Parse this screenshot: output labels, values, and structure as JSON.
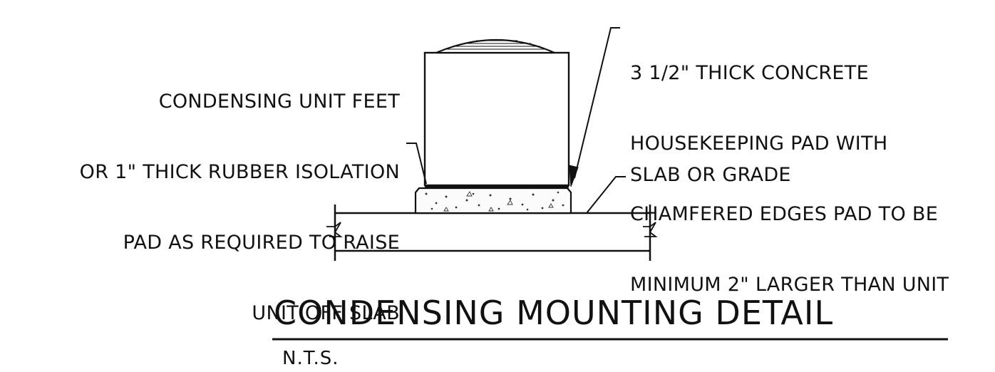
{
  "detail": {
    "title": "CONDENSING MOUNTING DETAIL",
    "scale_note": "N.T.S."
  },
  "callouts": {
    "unit_feet": [
      "CONDENSING UNIT FEET",
      "OR 1\" THICK RUBBER ISOLATION",
      "PAD AS REQUIRED TO RAISE",
      "UNIT OFF SLAB"
    ],
    "housekeeping_pad": [
      "3 1/2\" THICK CONCRETE",
      "HOUSEKEEPING PAD WITH",
      "CHAMFERED EDGES PAD TO BE",
      "MINIMUM 2\" LARGER THAN UNIT"
    ],
    "slab": "SLAB OR GRADE"
  },
  "colors": {
    "line": "#111111",
    "background": "#ffffff"
  }
}
